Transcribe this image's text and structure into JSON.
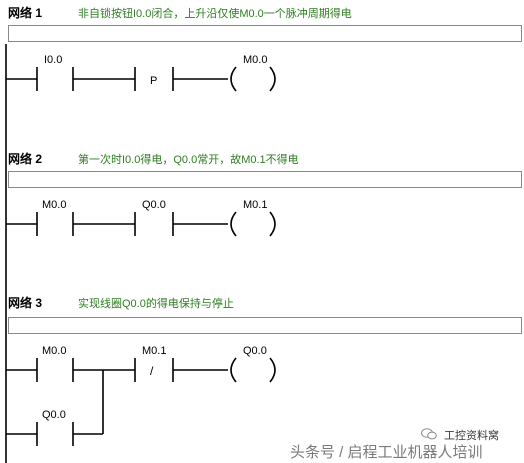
{
  "networks": [
    {
      "title": "网络 1",
      "comment": "非自锁按钮I0.0闭合，上升沿仅使M0.0一个脉冲周期得电",
      "contact_1": "I0.0",
      "positive_edge": "P",
      "coil": "M0.0"
    },
    {
      "title": "网络 2",
      "comment": "第一次时I0.0得电，Q0.0常开，故M0.1不得电",
      "contact_1": "M0.0",
      "contact_2": "Q0.0",
      "coil": "M0.1"
    },
    {
      "title": "网络 3",
      "comment": "实现线圈Q0.0的得电保持与停止",
      "contact_1": "M0.0",
      "contact_2": "M0.1",
      "contact_2_not": "/",
      "parallel_contact": "Q0.0",
      "coil": "Q0.0"
    }
  ],
  "watermark": {
    "small": "工控资料窝",
    "large": "头条号 / 启程工业机器人培训"
  }
}
